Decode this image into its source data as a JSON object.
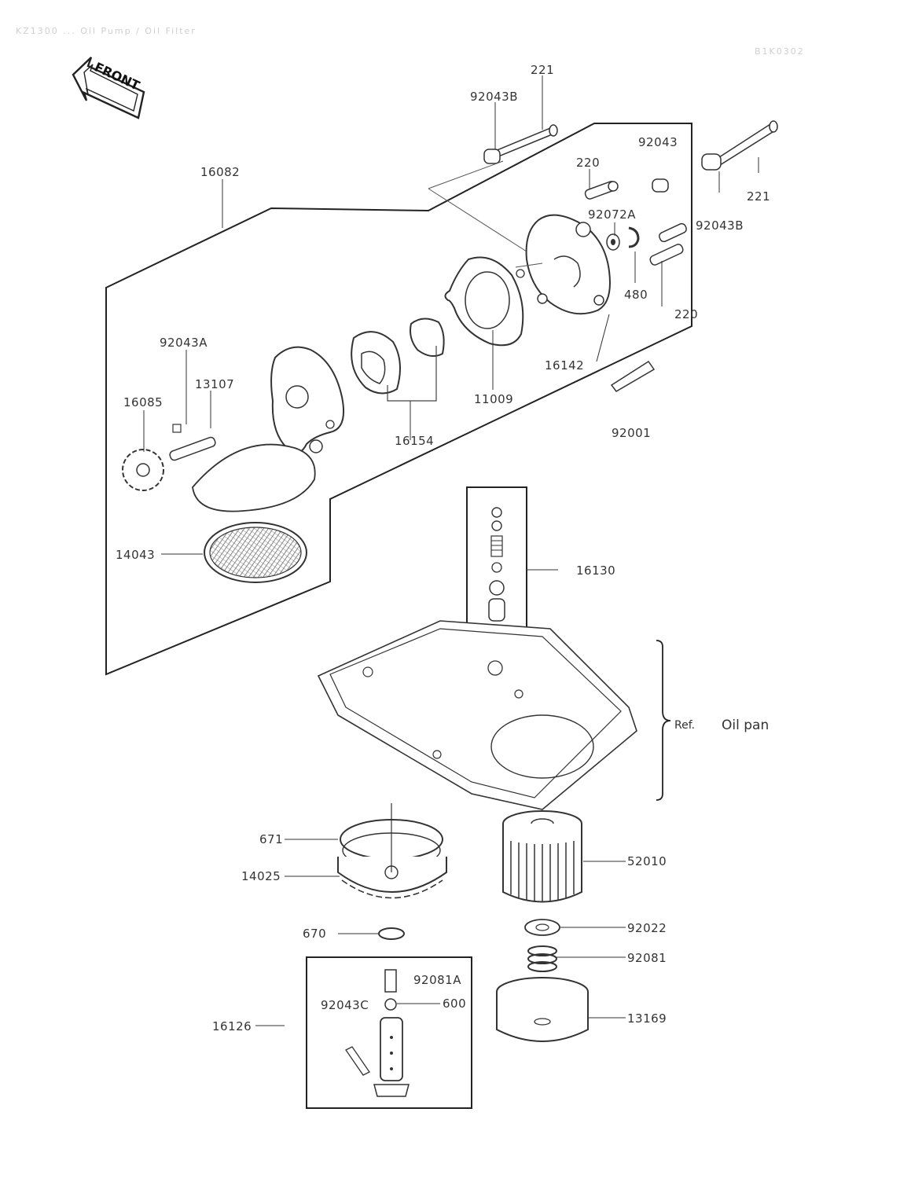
{
  "header": {
    "title_faint": "KZ1300 ... Oil Pump / Oil Filter",
    "code": "B1K0302"
  },
  "front_badge": "FRONT",
  "labels": {
    "p221_top": "221",
    "p92043b_top": "92043B",
    "p16082": "16082",
    "p92043": "92043",
    "p220_top": "220",
    "p221_right": "221",
    "p92072a": "92072A",
    "p92043b_right": "92043B",
    "p480": "480",
    "p220_right": "220",
    "p92043a": "92043A",
    "p13107": "13107",
    "p16085": "16085",
    "p16154": "16154",
    "p11009": "11009",
    "p16142": "16142",
    "p92001": "92001",
    "p14043": "14043",
    "p16130": "16130",
    "ref_text": "Ref.",
    "oil_pan": "Oil pan",
    "p671": "671",
    "p14025": "14025",
    "p52010": "52010",
    "p670": "670",
    "p92022": "92022",
    "p92081": "92081",
    "p92081a": "92081A",
    "p92043c": "92043C",
    "p600": "600",
    "p13169": "13169",
    "p16126": "16126"
  }
}
